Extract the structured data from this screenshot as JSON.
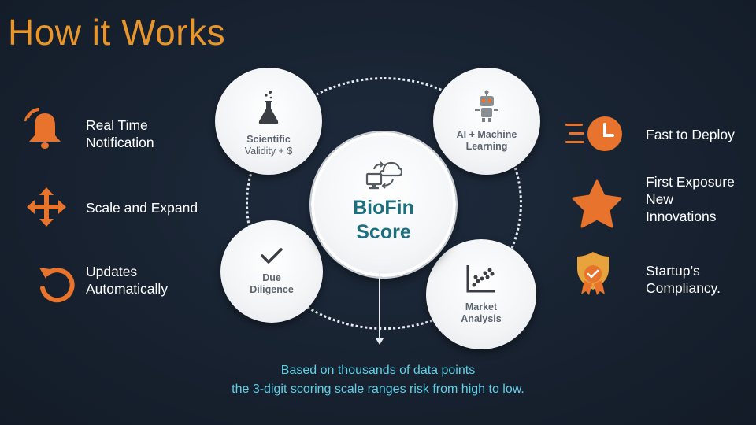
{
  "title": "How it Works",
  "center": {
    "line1": "BioFin",
    "line2": "Score"
  },
  "circles": {
    "scientific": {
      "line1": "Scientific",
      "line2": "Validity + $"
    },
    "ai": {
      "line1": "AI + Machine",
      "line2": "Learning"
    },
    "due": {
      "line1": "Due",
      "line2": "Diligence"
    },
    "market": {
      "line1": "Market",
      "line2": "Analysis"
    }
  },
  "left_features": [
    {
      "line1": "Real Time",
      "line2": "Notification",
      "icon": "bell-icon"
    },
    {
      "line1": "Scale and Expand",
      "line2": "",
      "icon": "move-arrows-icon"
    },
    {
      "line1": "Updates",
      "line2": "Automatically",
      "icon": "refresh-icon"
    }
  ],
  "right_features": [
    {
      "line1": "Fast to Deploy",
      "line2": "",
      "line3": "",
      "icon": "fast-clock-icon"
    },
    {
      "line1": "First Exposure",
      "line2": "New",
      "line3": "Innovations",
      "icon": "star-icon"
    },
    {
      "line1": "Startup’s",
      "line2": "Compliancy.",
      "line3": "",
      "icon": "badge-shield-icon"
    }
  ],
  "caption": {
    "line1": "Based on thousands of data points",
    "line2": "the 3-digit scoring scale ranges risk from high to low."
  },
  "colors": {
    "title": "#e8952c",
    "accent_orange": "#e8732c",
    "score_teal": "#1e6f7d",
    "caption": "#5ed1e8"
  }
}
